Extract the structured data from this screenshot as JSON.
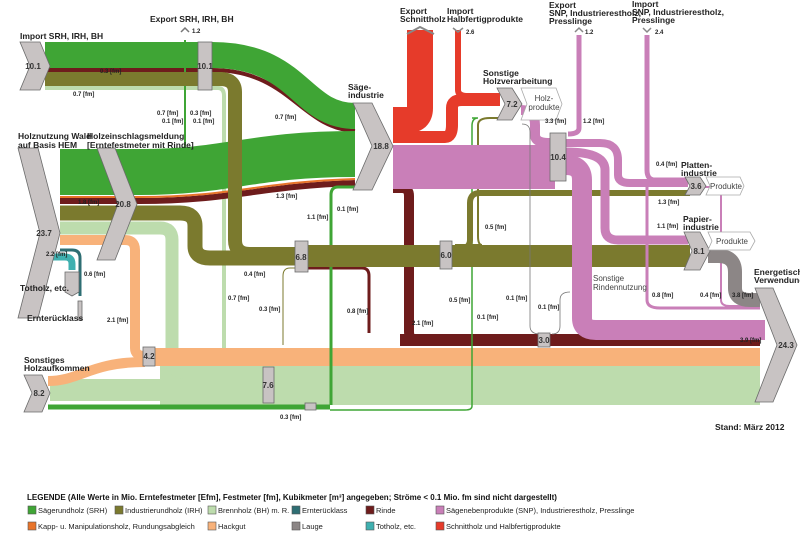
{
  "colors": {
    "saegerundholz": "#3fa535",
    "industrierundholz": "#7b7a2e",
    "brennholz": "#bddcad",
    "ernteruecklass": "#2e6e73",
    "rinde": "#6e1c1c",
    "snp": "#c97fb8",
    "kapp": "#e8742a",
    "hackgut": "#f8b27a",
    "lauge": "#8c8686",
    "totholz": "#3fb0b0",
    "schnittholz": "#e63b2a",
    "node": "#c8c3c3"
  },
  "titles": {
    "import_srh": "Import SRH, IRH, BH",
    "export_srh": "Export SRH, IRH, BH",
    "holznutzung_1": "Holznutzung Wald",
    "holznutzung_2": "auf Basis HEM",
    "holzeinschlag_1": "Holzeinschlagsmeldung",
    "holzeinschlag_2": "[Erntefestmeter mit Rinde]",
    "saege_1": "Säge-",
    "saege_2": "industrie",
    "export_schnittholz_1": "Export",
    "export_schnittholz_2": "Schnittholz",
    "import_halb_1": "Import",
    "import_halb_2": "Halbfertigprodukte",
    "sonstige_holz_1": "Sonstige",
    "sonstige_holz_2": "Holzverarbeitung",
    "holzprodukte_1": "Holz-",
    "holzprodukte_2": "produkte",
    "export_snp_1": "Export",
    "export_snp_2": "SNP, Industrierestholz,",
    "export_snp_3": "Presslinge",
    "import_snp_1": "Import",
    "import_snp_2": "SNP, Industrierestholz,",
    "import_snp_3": "Presslinge",
    "platten_1": "Platten-",
    "platten_2": "industrie",
    "platten_produkte": "Produkte",
    "papier_1": "Papier-",
    "papier_2": "industrie",
    "papier_produkte": "Produkte",
    "energetisch_1": "Energetische",
    "energetisch_2": "Verwendung",
    "rindennutzung_1": "Sonstige",
    "rindennutzung_2": "Rindennutzung",
    "totholz": "Totholz, etc.",
    "ernteruecklass": "Ernterücklass",
    "sonstiges_1": "Sonstiges",
    "sonstiges_2": "Holzaufkommen",
    "stand": "Stand: März 2012"
  },
  "nodes": {
    "import": "10.1",
    "export_srh": "1.2",
    "holznutzung": "23.7",
    "holzeinschlag": "20.8",
    "import_hub": "10.1",
    "saege": "18.8",
    "import_halb": "2.6",
    "sonstige_holz": "7.2",
    "export_snp": "1.2",
    "import_snp": "2.4",
    "snp_hub": "10.4",
    "platten": "3.6",
    "papier": "8.1",
    "energetisch": "24.3",
    "irh_hub": "6.8",
    "irh_hub2": "6.0",
    "hackgut_hub": "4.2",
    "bh_hub": "7.6",
    "rinde_hub": "3.0",
    "sonstiges": "8.2"
  },
  "flow_labels": [
    "0.3 [fm]",
    "0.7 [fm]",
    "0.7 [fm]",
    "0.1 [fm]",
    "0.3 [fm]",
    "0.1 [fm]",
    "0.7 [fm]",
    "1.3 [fm]",
    "1.1 [fm]",
    "0.1 [fm]",
    "1.8 [fm]",
    "2.2 [fm]",
    "0.6 [fm]",
    "2.1 [fm]",
    "0.4 [fm]",
    "0.7 [fm]",
    "0.3 [fm]",
    "0.8 [fm]",
    "0.3 [fm]",
    "3.3 [fm]",
    "1.2 [fm]",
    "0.4 [fm]",
    "1.3 [fm]",
    "1.1 [fm]",
    "0.5 [fm]",
    "0.5 [fm]",
    "0.1 [fm]",
    "0.1 [fm]",
    "2.1 [fm]",
    "0.1 [fm]",
    "0.8 [fm]",
    "0.4 [fm]",
    "3.8 [fm]",
    "3.9 [fm]"
  ],
  "legend": {
    "title": "LEGENDE  (Alle Werte in Mio. Erntefestmeter [Efm], Festmeter [fm], Kubikmeter [m³] angegeben; Ströme < 0.1 Mio. fm sind nicht dargestellt)",
    "items": [
      {
        "label": "Sägerundholz (SRH)",
        "color": "#3fa535"
      },
      {
        "label": "Industrierundholz (IRH)",
        "color": "#7b7a2e"
      },
      {
        "label": "Brennholz (BH) m. R.",
        "color": "#bddcad"
      },
      {
        "label": "Ernterücklass",
        "color": "#2e6e73"
      },
      {
        "label": "Rinde",
        "color": "#6e1c1c"
      },
      {
        "label": "Sägenebenprodukte (SNP), Industrierestholz, Presslinge",
        "color": "#c97fb8"
      },
      {
        "label": "Kapp- u. Manipulationsholz, Rundungsabgleich",
        "color": "#e8742a"
      },
      {
        "label": "Hackgut",
        "color": "#f8b27a"
      },
      {
        "label": "Lauge",
        "color": "#8c8686"
      },
      {
        "label": "Totholz, etc.",
        "color": "#3fb0b0"
      },
      {
        "label": "Schnittholz und Halbfertigprodukte",
        "color": "#e63b2a"
      }
    ]
  }
}
